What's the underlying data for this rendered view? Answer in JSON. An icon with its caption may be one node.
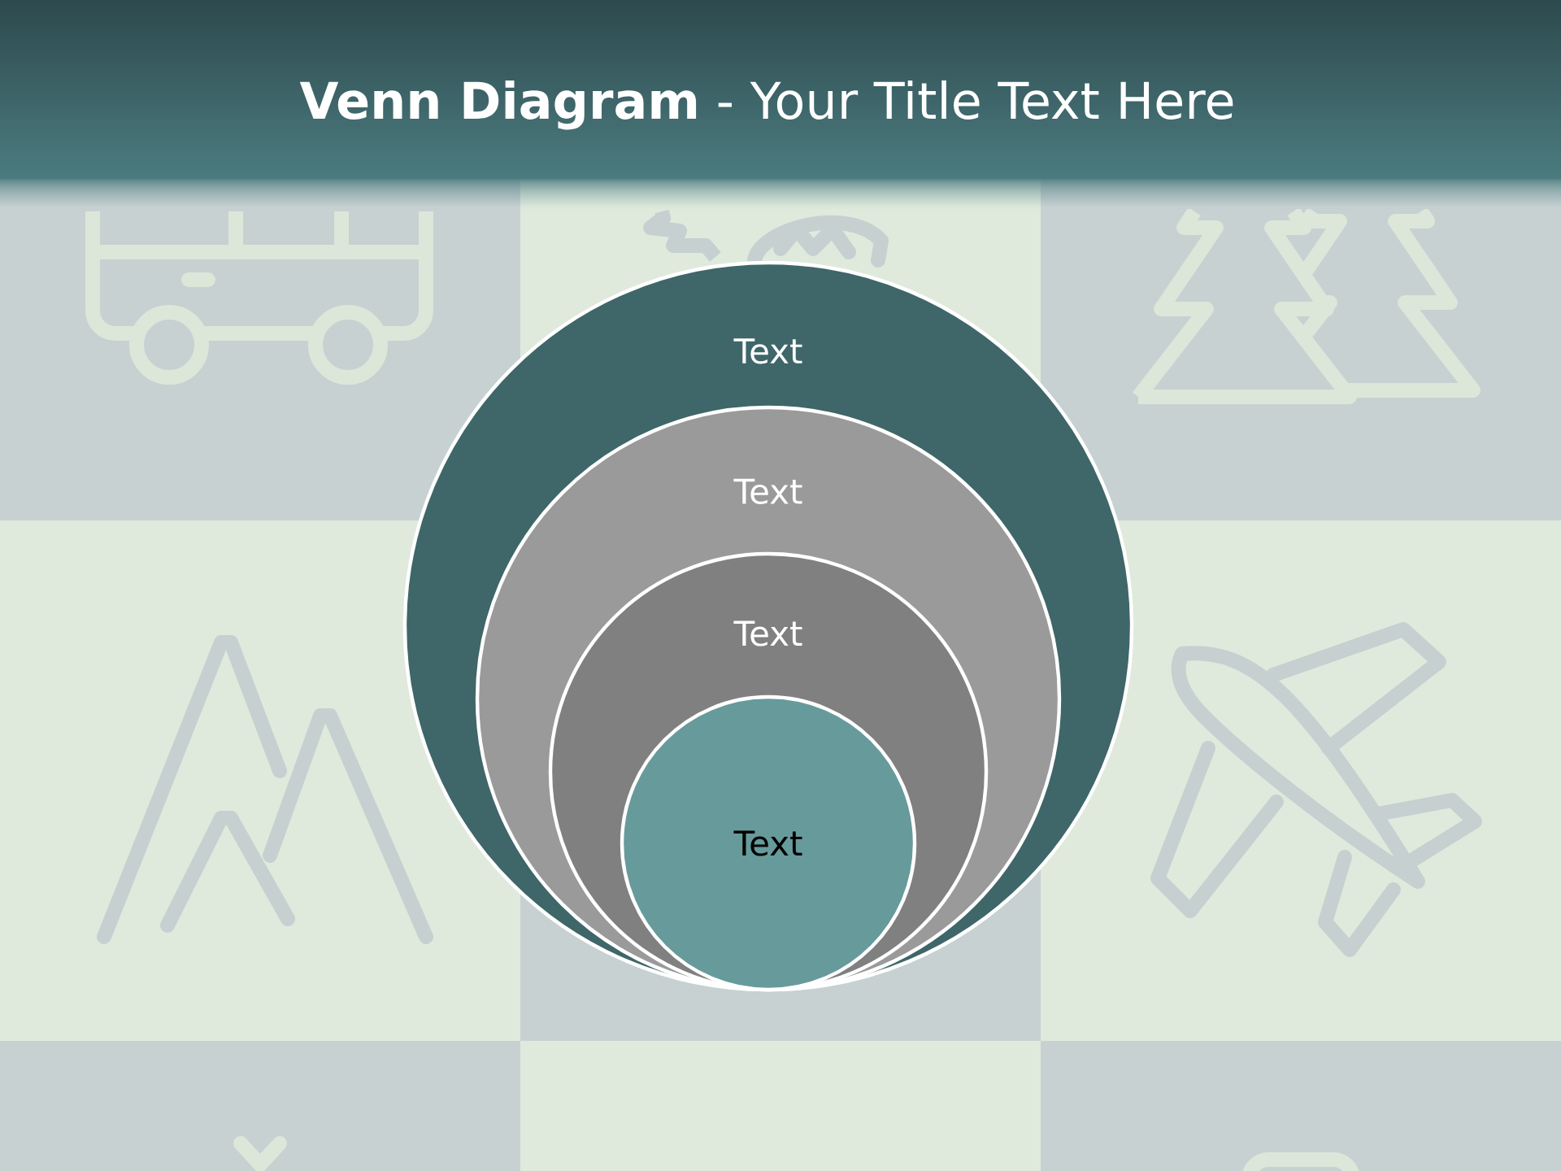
{
  "diagram": {
    "title": "**Venn Diagram** - Your Title Text Here",
    "nodes": [
      {
        "text": [
          "Text"
        ]
      },
      {
        "text": [
          "Text"
        ],
        "in": 0
      },
      {
        "text": [
          "Text"
        ],
        "in": 1
      },
      {
        "text": [
          "Text"
        ],
        "in": 2
      }
    ]
  }
}
